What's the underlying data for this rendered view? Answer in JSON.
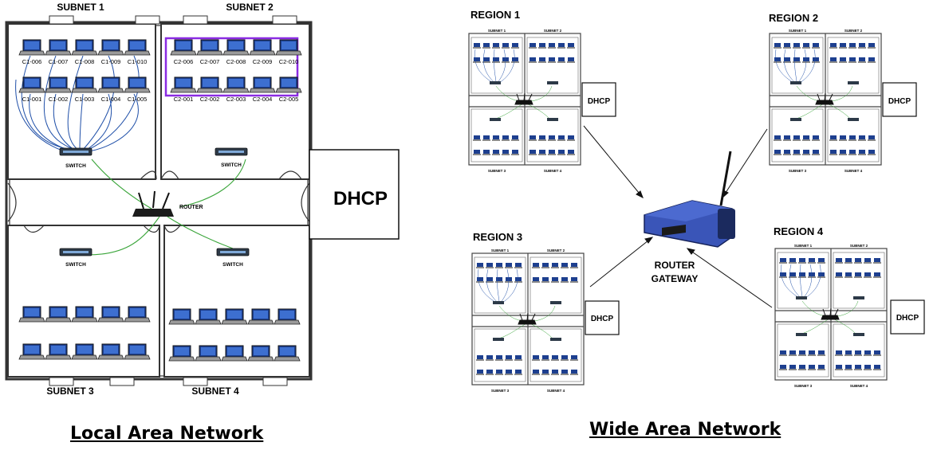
{
  "lan": {
    "caption": "Local Area Network",
    "subnets": [
      "SUBNET 1",
      "SUBNET 2",
      "SUBNET 3",
      "SUBNET 4"
    ],
    "subnet1_row1": [
      "C1-006",
      "C1-007",
      "C1-008",
      "C1-009",
      "C1-010"
    ],
    "subnet1_row2": [
      "C1-001",
      "C1-002",
      "C1-003",
      "C1-004",
      "C1-005"
    ],
    "subnet2_row1": [
      "C2-006",
      "C2-007",
      "C2-008",
      "C2-009",
      "C2-010"
    ],
    "subnet2_row2": [
      "C2-001",
      "C2-002",
      "C2-003",
      "C2-004",
      "C2-005"
    ],
    "switch_label": "SWITCH",
    "router_label": "ROUTER",
    "dhcp_label": "DHCP"
  },
  "wan": {
    "caption": "Wide Area Network",
    "regions": [
      "REGION 1",
      "REGION 2",
      "REGION 3",
      "REGION 4"
    ],
    "dhcp_label": "DHCP",
    "gateway_label_1": "ROUTER",
    "gateway_label_2": "GATEWAY",
    "mini_subnets": [
      "SUBNET 1",
      "SUBNET 2",
      "SUBNET 3",
      "SUBNET 4"
    ]
  },
  "colors": {
    "wall": "#333333",
    "cable_blue": "#1f4fa8",
    "cable_green": "#3aa53a",
    "highlight": "#8a2be2",
    "router_blue": "#3a55b8"
  }
}
